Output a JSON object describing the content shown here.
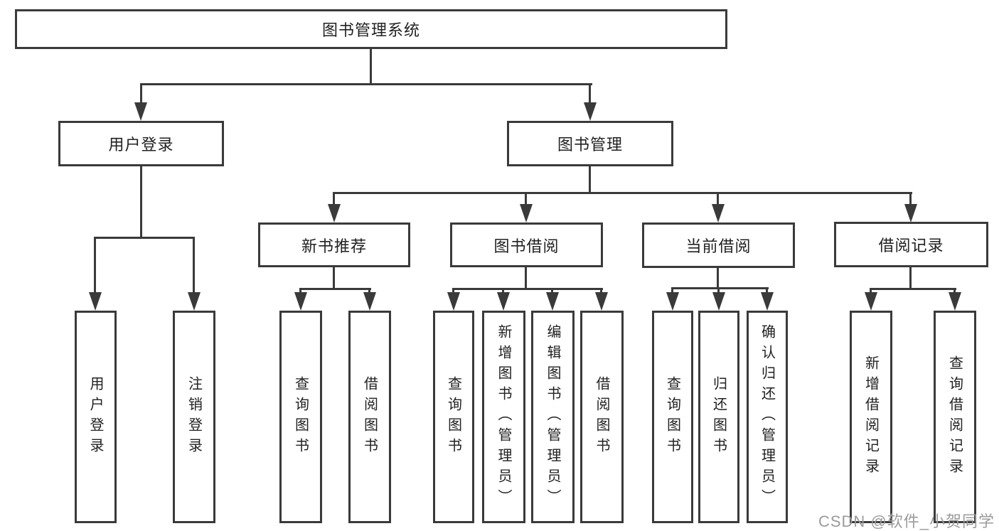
{
  "tree": {
    "root": {
      "label": "图书管理系统"
    },
    "branches": {
      "user_login": {
        "label": "用户登录",
        "children": [
          "用户登录",
          "注销登录"
        ]
      },
      "book_management": {
        "label": "图书管理",
        "sections": {
          "new_book_recommendation": {
            "label": "新书推荐",
            "children": [
              "查询图书",
              "借阅图书"
            ]
          },
          "book_borrowing": {
            "label": "图书借阅",
            "children": [
              "查询图书",
              "新增图书（管理员）",
              "编辑图书（管理员）",
              "借阅图书"
            ]
          },
          "current_borrowing": {
            "label": "当前借阅",
            "children": [
              "查询图书",
              "归还图书",
              "确认归还（管理员）"
            ]
          },
          "borrowing_records": {
            "label": "借阅记录",
            "children": [
              "新增借阅记录",
              "查询借阅记录"
            ]
          }
        }
      }
    }
  },
  "watermark": {
    "text": "CSDN @软件_小贺同学"
  },
  "colors": {
    "line": "#3a3a3a",
    "text": "#212121",
    "box_fill": "#ffffff",
    "watermark": "#9b9b9b"
  }
}
